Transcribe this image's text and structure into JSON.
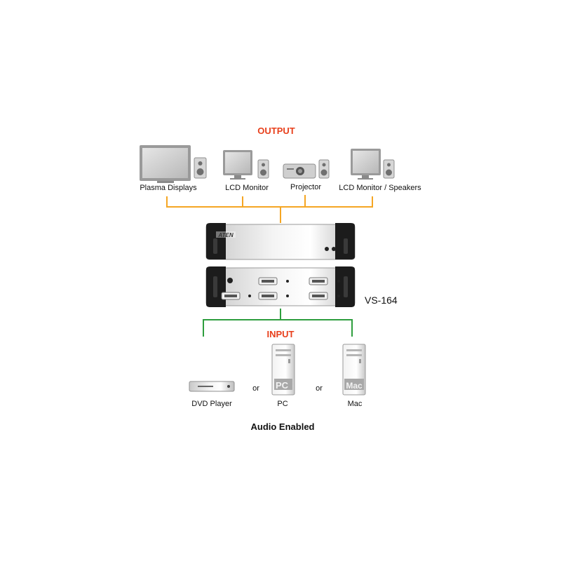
{
  "output": {
    "heading": "OUTPUT",
    "devices": [
      {
        "label": "Plasma Displays",
        "icon": "plasma-display-icon"
      },
      {
        "label": "LCD Monitor",
        "icon": "lcd-monitor-icon"
      },
      {
        "label": "Projector",
        "icon": "projector-icon"
      },
      {
        "label": "LCD Monitor / Speakers",
        "icon": "lcd-monitor-speakers-icon"
      }
    ]
  },
  "switch": {
    "brand": "ATEN",
    "model": "VS-164"
  },
  "input": {
    "heading": "INPUT",
    "devices": [
      {
        "label": "DVD Player",
        "icon": "dvd-player-icon"
      },
      {
        "label": "PC",
        "icon": "pc-tower-icon",
        "badge": "PC"
      },
      {
        "label": "Mac",
        "icon": "mac-tower-icon",
        "badge": "Mac"
      }
    ],
    "separators": [
      "or",
      "or"
    ]
  },
  "caption": "Audio Enabled",
  "colors": {
    "output_accent": "#e8401c",
    "output_line": "#f5a623",
    "input_accent": "#e8401c",
    "input_line": "#2e9e3e"
  }
}
